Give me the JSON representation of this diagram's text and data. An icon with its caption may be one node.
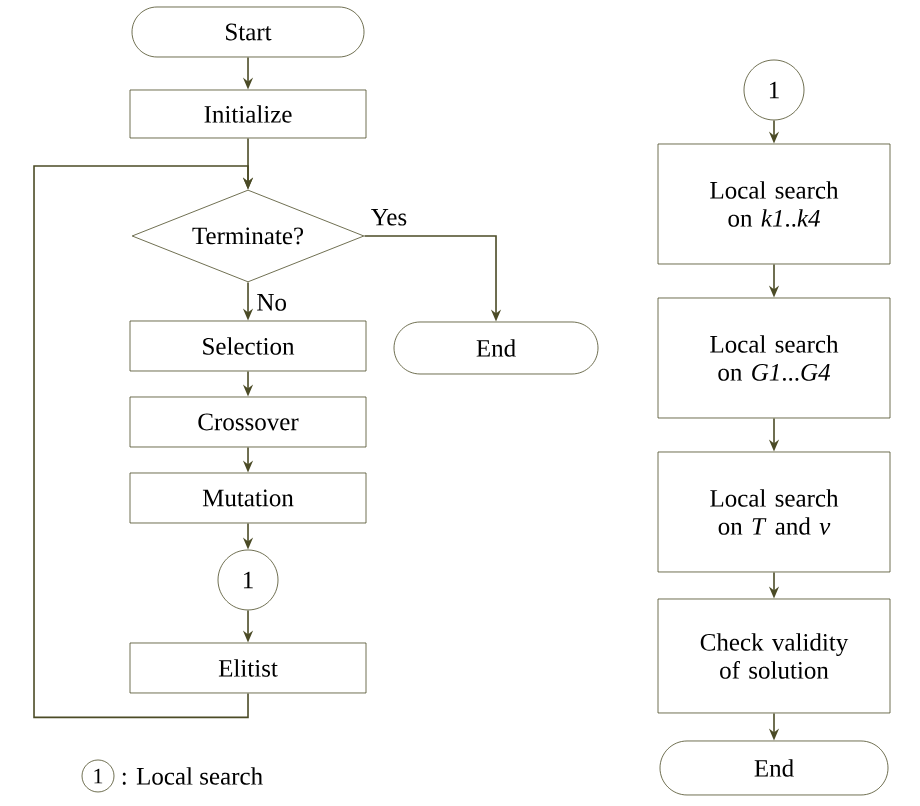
{
  "diagram": {
    "nodes": [
      {
        "text": [
          "Start"
        ]
      },
      {
        "text": [
          "Initialize"
        ]
      },
      {
        "text": [
          "Terminate?"
        ]
      },
      {
        "text": [
          "Selection"
        ]
      },
      {
        "text": [
          "Crossover"
        ]
      },
      {
        "text": [
          "Mutation"
        ]
      },
      {
        "text": [
          "1"
        ]
      },
      {
        "text": [
          "Elitist"
        ]
      },
      {
        "text": [
          "End"
        ]
      },
      {
        "text": [
          "1"
        ]
      },
      {
        "text": [
          "Local search on *k1*..*k4*"
        ]
      },
      {
        "text": [
          "Local search on *G1*...*G4*"
        ]
      },
      {
        "text": [
          "Local search on *T* and *v*"
        ]
      },
      {
        "text": [
          "Check validity of solution"
        ]
      },
      {
        "text": [
          "End"
        ]
      },
      {
        "text": [
          "1"
        ],
        "beside": [
          ": Local search"
        ]
      }
    ],
    "edges": [
      {
        "from": 0,
        "to": 1,
        "arrow": "to"
      },
      {
        "from": 1,
        "to": 2,
        "arrow": "to"
      },
      {
        "from": 2,
        "to": 3,
        "arrow": "to",
        "label": "No"
      },
      {
        "from": 2,
        "to": 8,
        "arrow": "to",
        "label": "Yes"
      },
      {
        "from": 3,
        "to": 4,
        "arrow": "to"
      },
      {
        "from": 4,
        "to": 5,
        "arrow": "to"
      },
      {
        "from": 5,
        "to": 6,
        "arrow": "to"
      },
      {
        "from": 6,
        "to": 7,
        "arrow": "to"
      },
      {
        "from": 7,
        "to": 2,
        "arrow": "to"
      },
      {
        "from": 9,
        "to": 10,
        "arrow": "to"
      },
      {
        "from": 10,
        "to": 11,
        "arrow": "to"
      },
      {
        "from": 11,
        "to": 12,
        "arrow": "to"
      },
      {
        "from": 12,
        "to": 13,
        "arrow": "to"
      },
      {
        "from": 13,
        "to": 14,
        "arrow": "to"
      }
    ]
  }
}
